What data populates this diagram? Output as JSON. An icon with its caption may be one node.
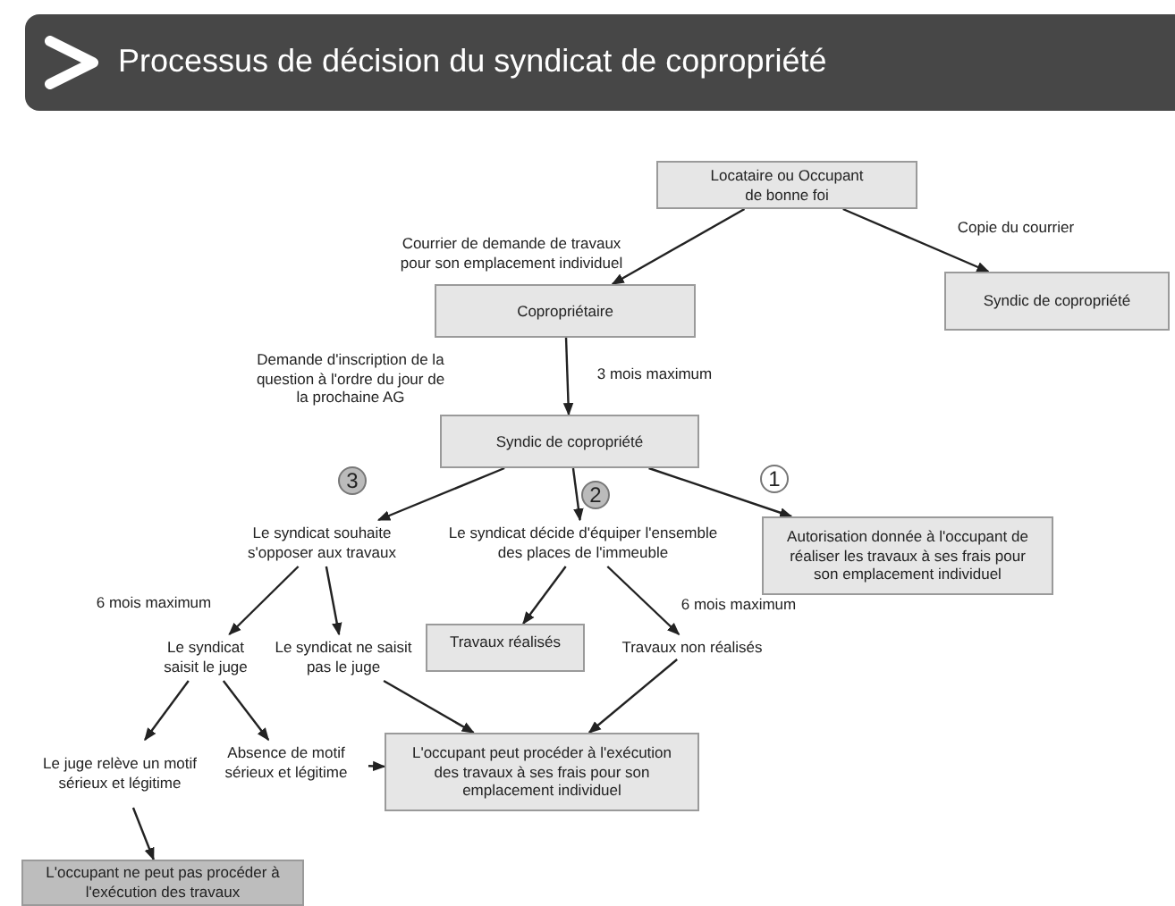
{
  "diagram": {
    "title": "Processus de décision du syndicat de copropriété",
    "nodes": [
      {
        "text": [
          "Locataire ou Occupant de bonne foi"
        ]
      },
      {
        "text": [
          "Copropriétaire"
        ]
      },
      {
        "text": [
          "Syndic de copropriété"
        ]
      },
      {
        "text": [
          "Syndic de copropriété"
        ]
      },
      {
        "text": [
          "Le syndicat souhaite s'opposer aux travaux"
        ]
      },
      {
        "text": [
          "Le syndicat décide d'équiper l'ensemble des places de l'immeuble"
        ]
      },
      {
        "text": [
          "Autorisation donnée à l'occupant de réaliser les travaux à ses frais pour son emplacement individuel"
        ]
      },
      {
        "text": [
          "Le syndicat saisit le juge"
        ]
      },
      {
        "text": [
          "Le syndicat ne saisit pas le juge"
        ]
      },
      {
        "text": [
          "Travaux réalisés"
        ]
      },
      {
        "text": [
          "Travaux non réalisés"
        ]
      },
      {
        "text": [
          "Le juge relève un motif sérieux et légitime"
        ]
      },
      {
        "text": [
          "Absence de motif sérieux et légitime"
        ]
      },
      {
        "text": [
          "L'occupant peut procéder à l'exécution des travaux à ses frais pour son emplacement individuel"
        ]
      },
      {
        "text": [
          "L'occupant ne peut pas procéder à l'exécution des travaux"
        ]
      }
    ],
    "edges": [
      {
        "from": 0,
        "to": 1,
        "arrow": "to",
        "label": "Courrier de demande de travaux pour son emplacement individuel"
      },
      {
        "from": 0,
        "to": 2,
        "arrow": "to",
        "label": "Copie du courrier"
      },
      {
        "from": 1,
        "to": 3,
        "arrow": "to",
        "label": "3 mois maximum"
      },
      {
        "from": 3,
        "to": 4,
        "arrow": "to"
      },
      {
        "from": 3,
        "to": 5,
        "arrow": "to"
      },
      {
        "from": 3,
        "to": 6,
        "arrow": "to"
      },
      {
        "from": 4,
        "to": 7,
        "arrow": "to",
        "label": "6 mois maximum"
      },
      {
        "from": 4,
        "to": 8,
        "arrow": "to"
      },
      {
        "from": 5,
        "to": 9,
        "arrow": "to"
      },
      {
        "from": 5,
        "to": 10,
        "arrow": "to",
        "label": "6 mois maximum"
      },
      {
        "from": 7,
        "to": 11,
        "arrow": "to"
      },
      {
        "from": 7,
        "to": 12,
        "arrow": "to"
      },
      {
        "from": 8,
        "to": 13,
        "arrow": "to"
      },
      {
        "from": 10,
        "to": 13,
        "arrow": "to"
      },
      {
        "from": 12,
        "to": 13,
        "arrow": "to"
      },
      {
        "from": 11,
        "to": 14,
        "arrow": "to"
      }
    ],
    "labels": [
      "Demande d'inscription de la question à l'ordre du jour de la prochaine AG",
      "3",
      "2",
      "1"
    ]
  }
}
